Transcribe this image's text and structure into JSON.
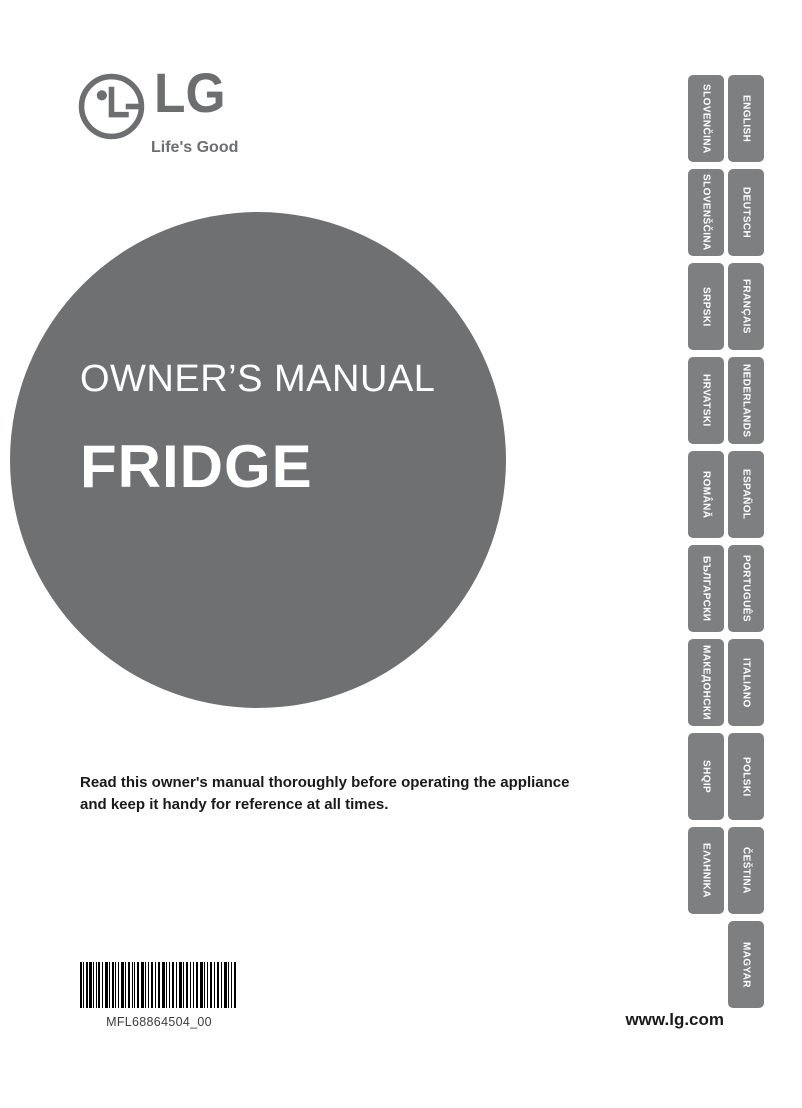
{
  "brand": {
    "wordmark": "LG",
    "tagline": "Life's Good"
  },
  "cover": {
    "title": "OWNER’S MANUAL",
    "product": "FRIDGE",
    "notice": "Read this owner's manual thoroughly before operating the appliance and keep it handy for reference at all times."
  },
  "languages": {
    "inner_column": [
      "SLOVENČINA",
      "SLOVENŠČINA",
      "SRPSKI",
      "HRVATSKI",
      "ROMÂNĂ",
      "БЪЛГАРСКИ",
      "МАКЕДОНСКИ",
      "SHQIP",
      "ΕΛΛΗΝΙΚΑ"
    ],
    "outer_column": [
      "ENGLISH",
      "DEUTSCH",
      "FRANÇAIS",
      "NEDERLANDS",
      "ESPAÑOL",
      "PORTUGUÊS",
      "ITALIANO",
      "POLSKI",
      "ČEŠTINA",
      "MAGYAR"
    ]
  },
  "footer": {
    "part_number": "MFL68864504_00",
    "website": "www.lg.com"
  },
  "colors": {
    "tab_gray": "#7e7f81",
    "circle_gray": "#6f7072",
    "logo_gray": "#6d6e70"
  }
}
